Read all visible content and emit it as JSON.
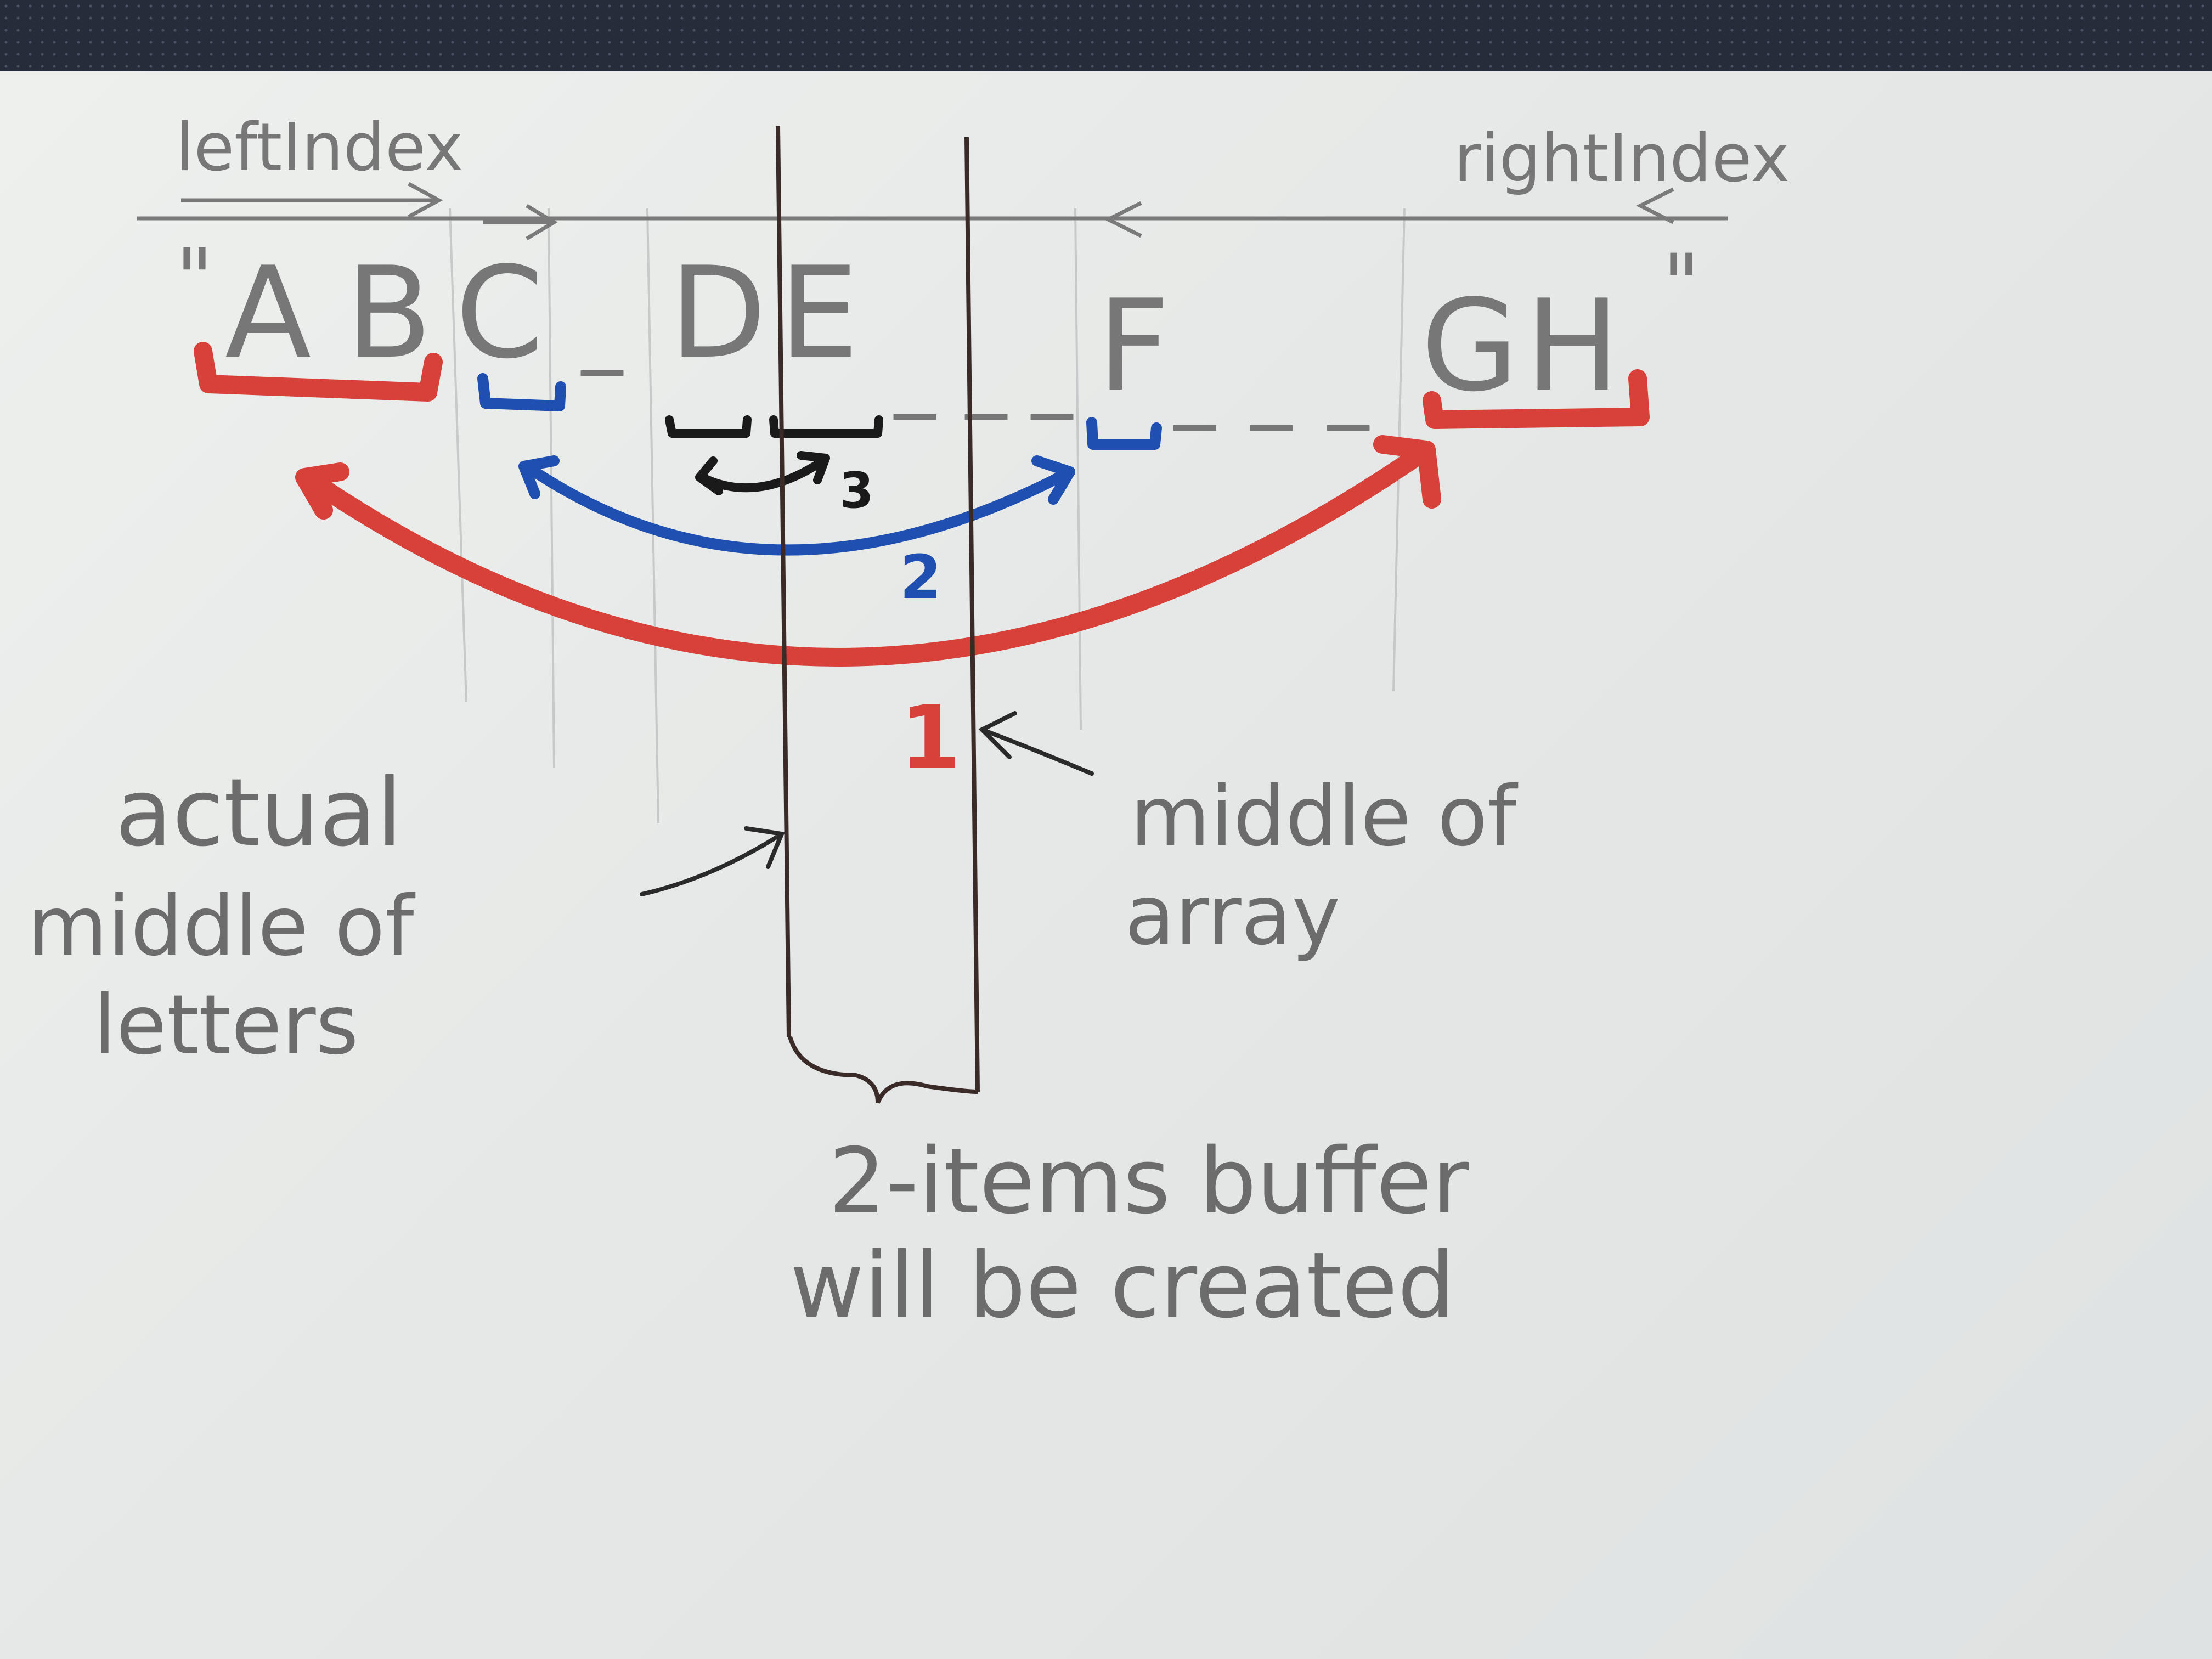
{
  "labels": {
    "left_index": "leftIndex",
    "right_index": "rightIndex",
    "string_open_quote": "\"",
    "string_close_quote": "\"",
    "letters": [
      "A",
      "B",
      "C",
      "_",
      "D",
      "E",
      "_",
      "_",
      "_",
      "F",
      "_",
      "_",
      "_",
      "G",
      "H"
    ],
    "step_1": "1",
    "step_2": "2",
    "step_3": "3",
    "actual_middle_line_1": "actual",
    "actual_middle_line_2": "middle of",
    "actual_middle_line_3": "letters",
    "array_middle_line_1": "middle of",
    "array_middle_line_2": "array",
    "buffer_line_1": "2-items buffer",
    "buffer_line_2": "will be created"
  },
  "colors": {
    "pencil": "#6f6f6f",
    "red": "#d8403a",
    "blue": "#1f4fb0",
    "black": "#1a1a1a"
  }
}
